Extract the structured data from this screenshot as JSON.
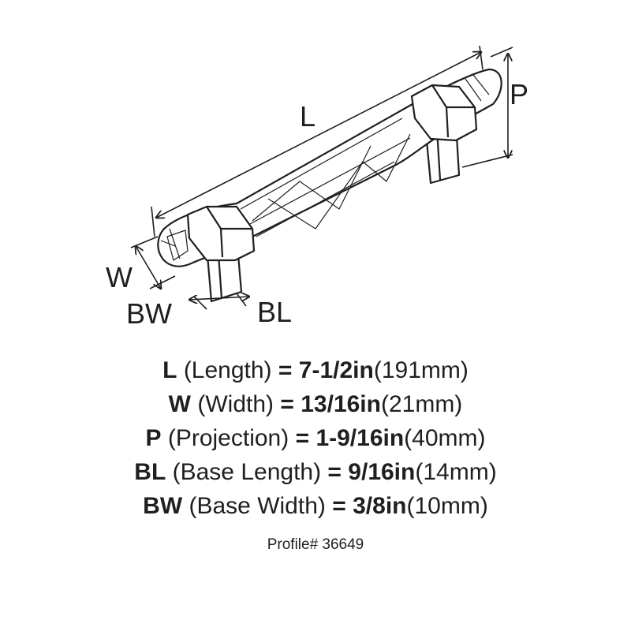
{
  "diagram": {
    "labels": {
      "L": "L",
      "W": "W",
      "P": "P",
      "BW": "BW",
      "BL": "BL"
    }
  },
  "specs": [
    {
      "code": "L",
      "name": "(Length)",
      "value": "7-1/2in",
      "metric": "(191mm)"
    },
    {
      "code": "W",
      "name": "(Width)",
      "value": "13/16in",
      "metric": "(21mm)"
    },
    {
      "code": "P",
      "name": "(Projection)",
      "value": "1-9/16in",
      "metric": "(40mm)"
    },
    {
      "code": "BL",
      "name": "(Base Length)",
      "value": "9/16in",
      "metric": "(14mm)"
    },
    {
      "code": "BW",
      "name": "(Base Width)",
      "value": "3/8in",
      "metric": "(10mm)"
    }
  ],
  "equals": "=",
  "profile": "Profile# 36649",
  "colors": {
    "ink": "#1f1f1f",
    "background": "#ffffff"
  }
}
